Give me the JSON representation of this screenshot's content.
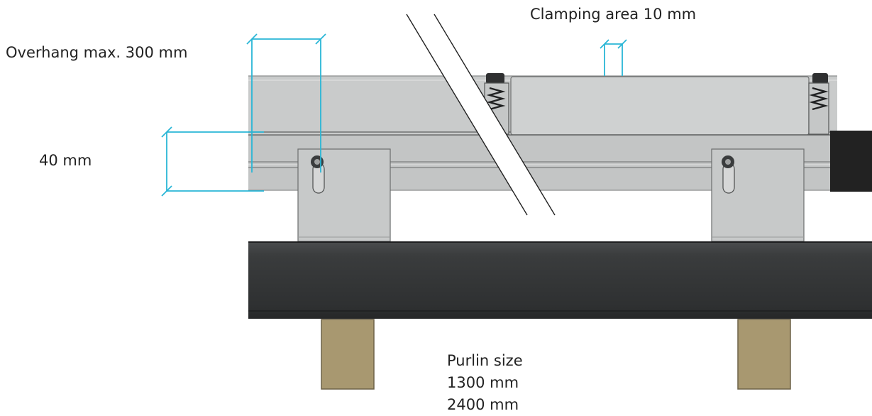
{
  "labels": {
    "overhang": "Overhang max. 300 mm",
    "height": "40 mm",
    "clamping": "Clamping area 10 mm",
    "purlin_title": "Purlin size",
    "purlin_size_1": "1300 mm",
    "purlin_size_2": "2400 mm"
  },
  "colors": {
    "dimension_line": "#29b6d6",
    "rail": "#c9cbcb",
    "tube": "#353738",
    "purlin": "#a89870",
    "bracket": "#c7c9c9",
    "end_cap": "#222222"
  }
}
